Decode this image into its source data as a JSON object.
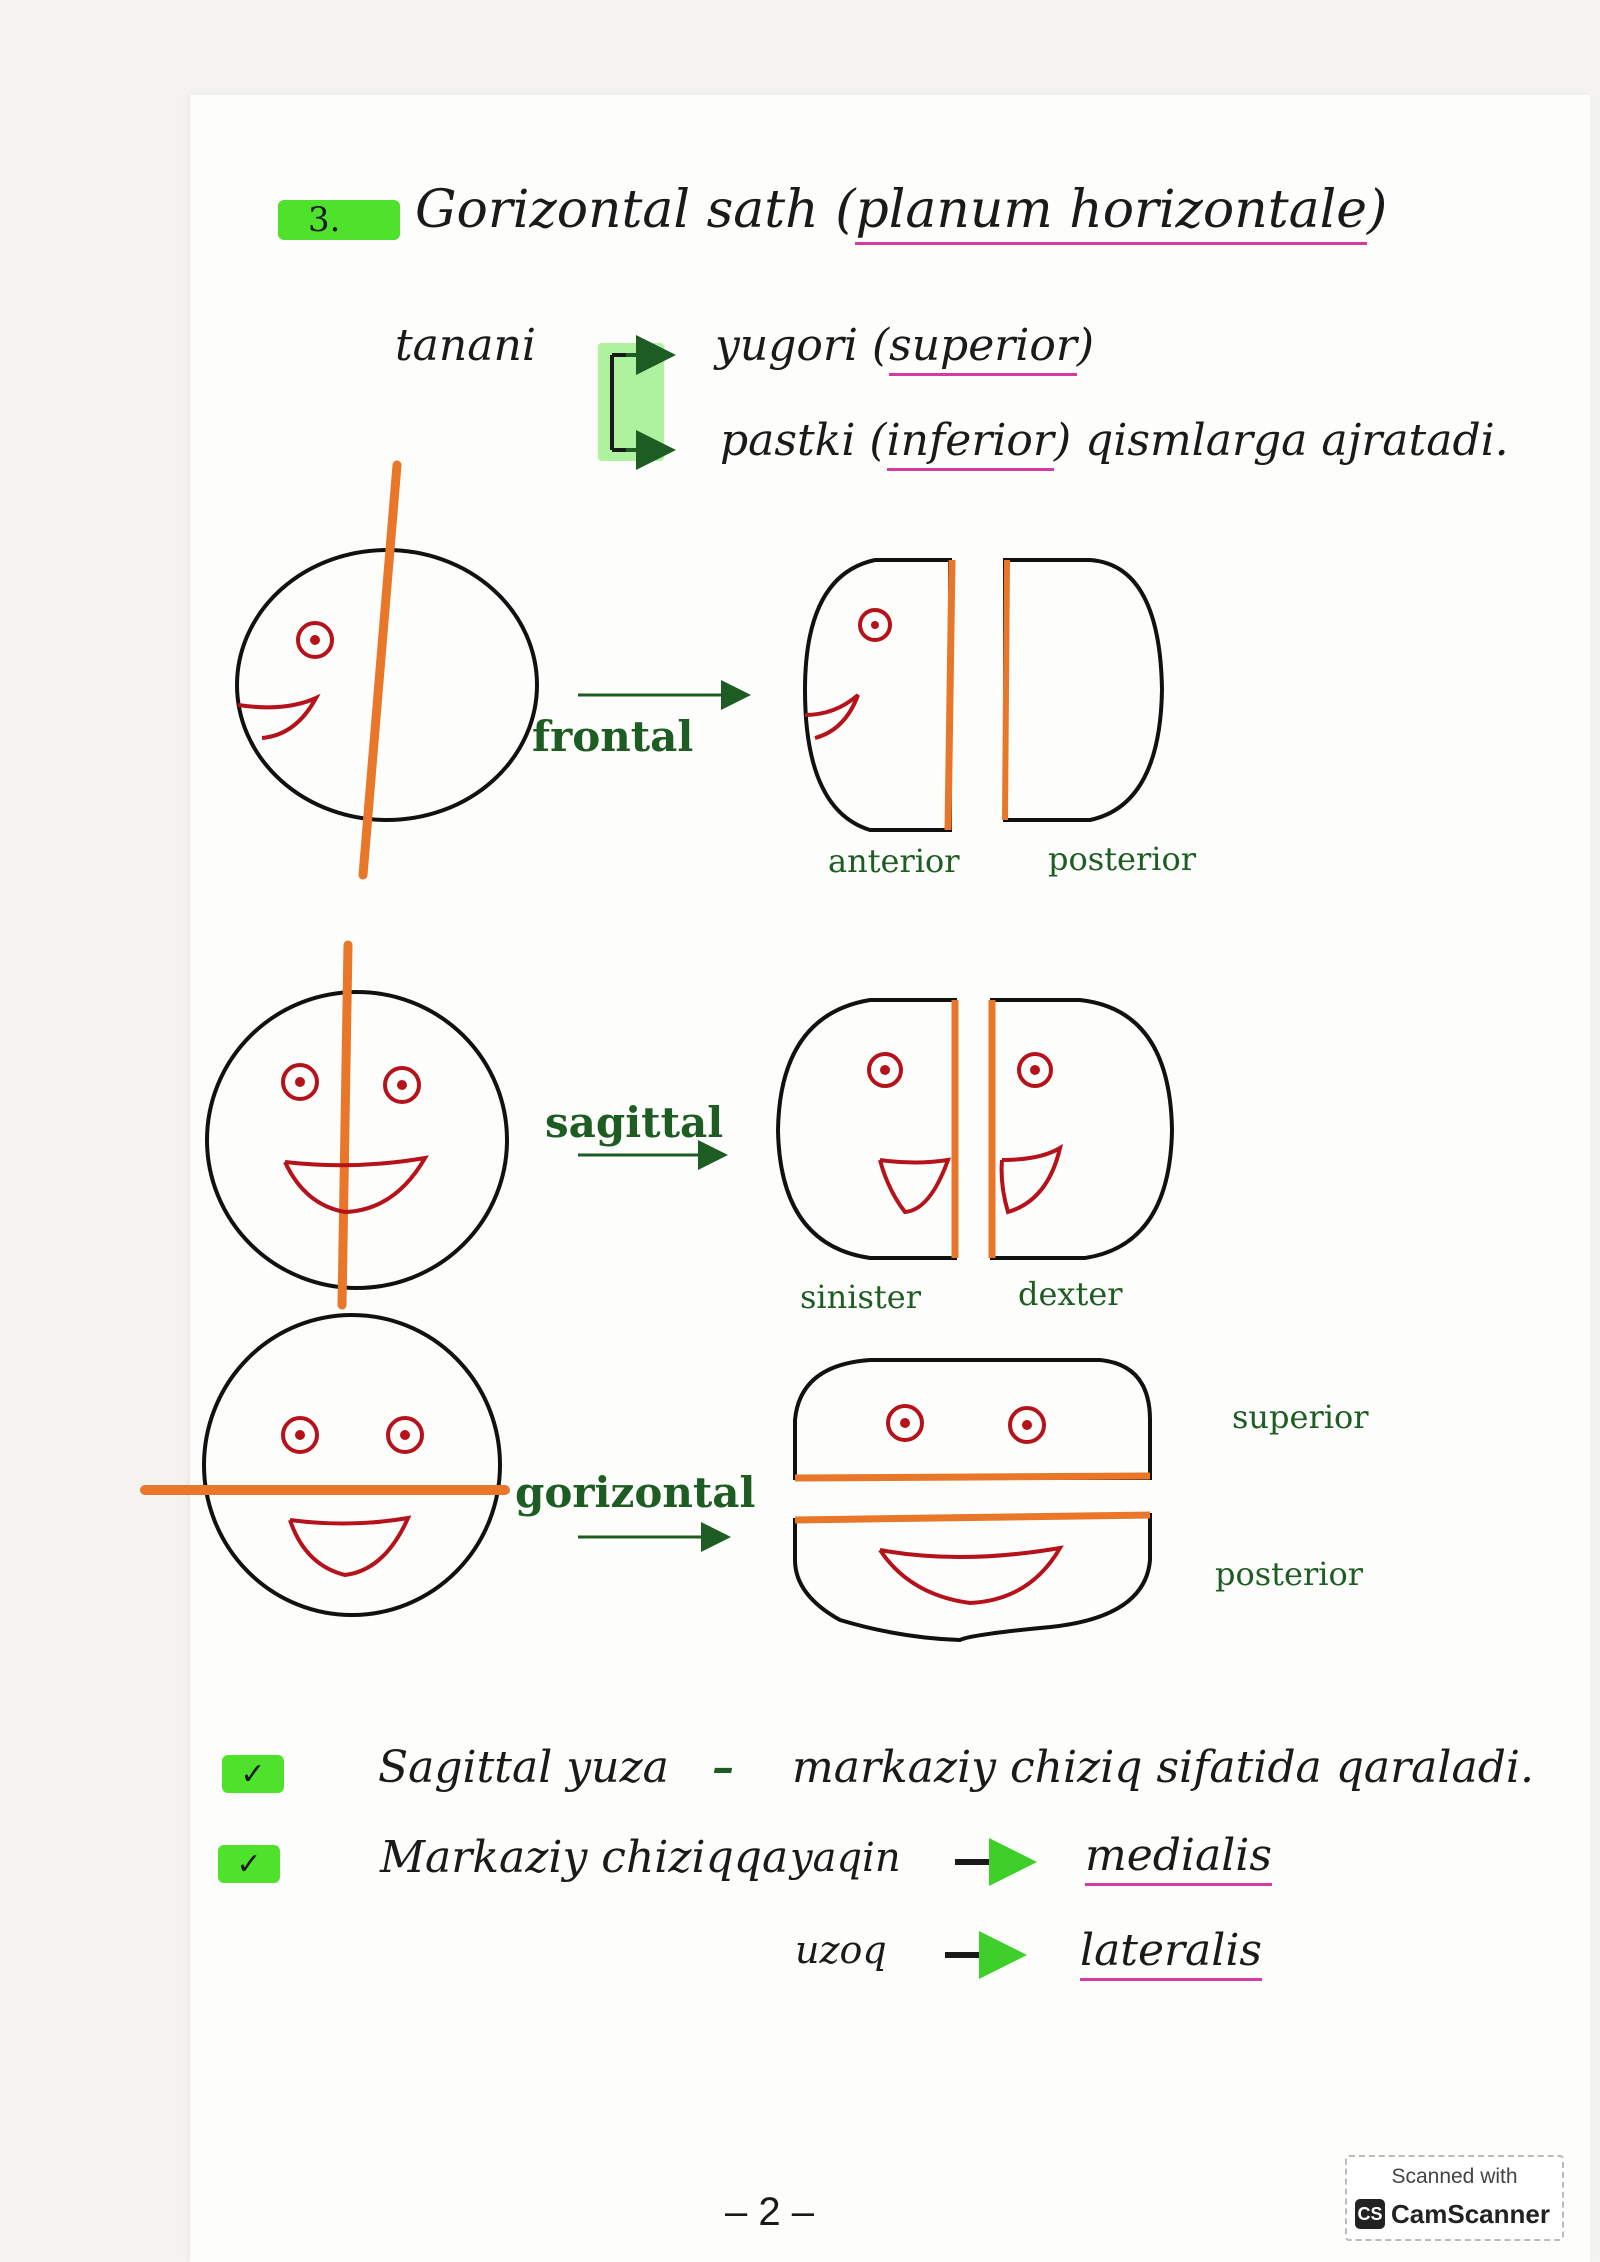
{
  "heading": {
    "number": "3.",
    "title_main": "Gorizontal sath (",
    "title_latin": "planum horizontale",
    "title_close": ")"
  },
  "intro": {
    "subject": "tanani",
    "upper": "yugori",
    "upper_paren_open": "(",
    "upper_latin": "superior",
    "upper_paren_close": ")",
    "lower": "pastki",
    "lower_paren_open": "(",
    "lower_latin": "inferior",
    "lower_paren_close": ")",
    "rest": "qismlarga ajratadi."
  },
  "diagrams": {
    "frontal": {
      "label": "frontal",
      "left_part": "anterior",
      "right_part": "posterior"
    },
    "sagittal": {
      "label": "sagittal",
      "left_part": "sinister",
      "right_part": "dexter"
    },
    "horizontal": {
      "label": "gorizontal",
      "top_part": "superior",
      "bottom_part": "posterior"
    }
  },
  "notes": [
    {
      "check": "✓",
      "text_a": "Sagittal yuza",
      "dash": "–",
      "text_b": "markaziy chiziq sifatida qaraladi."
    },
    {
      "check": "✓",
      "text_a": "Markaziy chiziqqa",
      "near": "yaqin",
      "near_term": "medialis",
      "far": "uzoq",
      "far_term": "lateralis"
    }
  ],
  "footer": {
    "page": "– 2 –",
    "scanner_top": "Scanned with",
    "scanner_logo": "CS",
    "scanner_name": "CamScanner"
  },
  "colors": {
    "highlight": "#4ee22d",
    "orange": "#e8772a",
    "red": "#b5121b",
    "green_text": "#1d5c22",
    "pink": "#d63aa0"
  }
}
